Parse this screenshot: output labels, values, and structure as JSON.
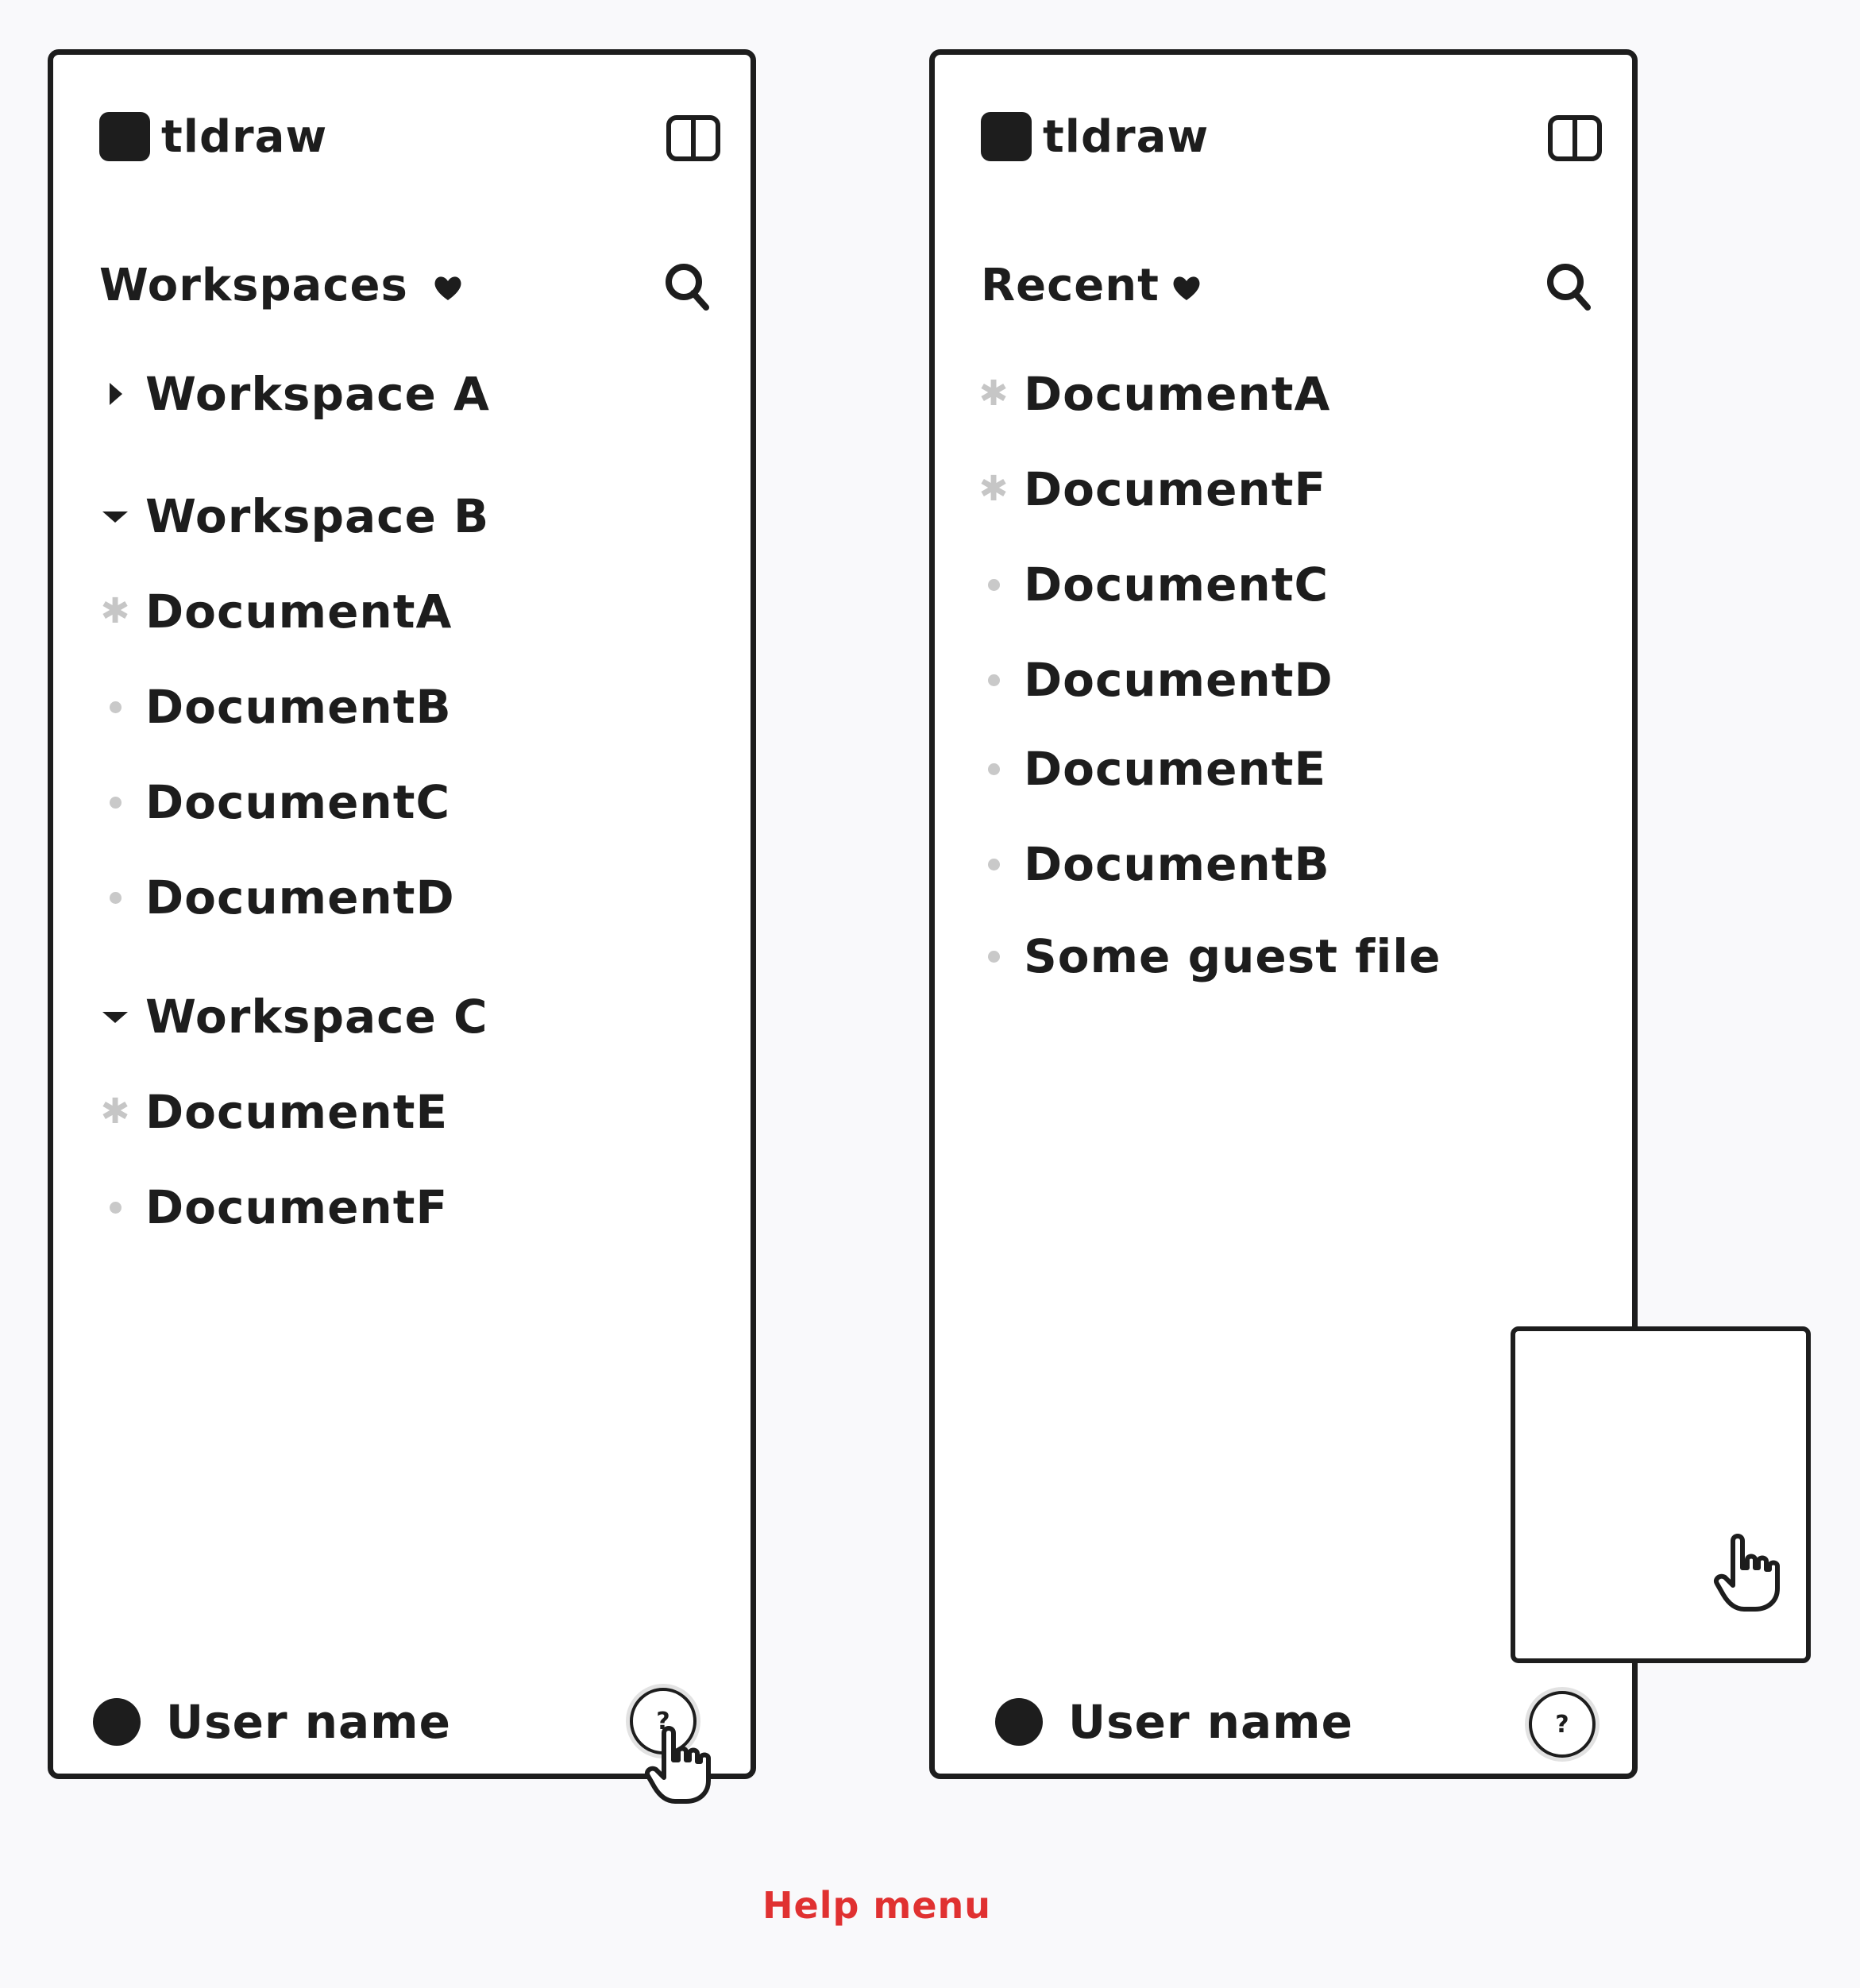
{
  "brand": "tldraw",
  "colors": {
    "ink": "#1d1d1d",
    "muted": "#c6c6c6",
    "caption": "#e03131",
    "background": "#f9f9fb"
  },
  "left_panel": {
    "view_selector": "Workspaces",
    "items": [
      {
        "type": "workspace",
        "expanded": false,
        "label": "Workspace A"
      },
      {
        "type": "workspace",
        "expanded": true,
        "label": "Workspace B"
      },
      {
        "type": "document",
        "pinned": true,
        "label": "DocumentA"
      },
      {
        "type": "document",
        "pinned": false,
        "label": "DocumentB"
      },
      {
        "type": "document",
        "pinned": false,
        "label": "DocumentC"
      },
      {
        "type": "document",
        "pinned": false,
        "label": "DocumentD"
      },
      {
        "type": "workspace",
        "expanded": true,
        "label": "Workspace C"
      },
      {
        "type": "document",
        "pinned": true,
        "label": "DocumentE"
      },
      {
        "type": "document",
        "pinned": false,
        "label": "DocumentF"
      }
    ],
    "user_name": "User name",
    "help_label": "?"
  },
  "right_panel": {
    "view_selector": "Recent",
    "items": [
      {
        "type": "document",
        "pinned": true,
        "label": "DocumentA"
      },
      {
        "type": "document",
        "pinned": true,
        "label": "DocumentF"
      },
      {
        "type": "document",
        "pinned": false,
        "label": "DocumentC"
      },
      {
        "type": "document",
        "pinned": false,
        "label": "DocumentD"
      },
      {
        "type": "document",
        "pinned": false,
        "label": "DocumentE"
      },
      {
        "type": "document",
        "pinned": false,
        "label": "DocumentB"
      },
      {
        "type": "document",
        "pinned": false,
        "label": "Some guest file"
      }
    ],
    "user_name": "User name",
    "help_label": "?"
  },
  "caption": "Help menu",
  "icons": [
    "logo-mark",
    "sidebar-toggle-icon",
    "heart-icon",
    "search-icon",
    "caret-right-icon",
    "caret-down-icon",
    "star-icon",
    "dot-icon",
    "avatar",
    "pointer-hand-icon"
  ]
}
